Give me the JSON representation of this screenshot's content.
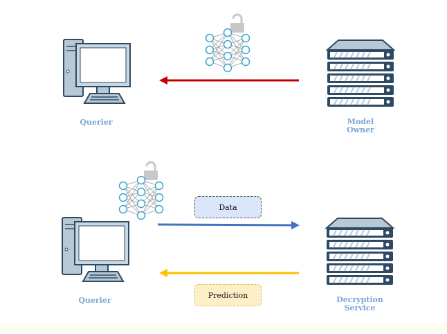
{
  "top": {
    "left_label": "Querier",
    "right_label": "Model\nOwner",
    "arrow_color": "#c00000",
    "left_icon": "desktop-computer-icon",
    "right_icon": "server-rack-icon",
    "model_icon": "locked-neural-network-icon"
  },
  "bottom": {
    "left_label": "Querier",
    "right_label": "Decryption\nService",
    "data_label": "Data",
    "prediction_label": "Prediction",
    "data_arrow_color": "#4472c4",
    "prediction_arrow_color": "#ffc000",
    "left_icon": "desktop-computer-icon",
    "right_icon": "server-rack-icon",
    "model_icon": "locked-neural-network-icon"
  },
  "colors": {
    "label_color": "#7ea5d6",
    "device_fill": "#b8c9d6",
    "device_stroke": "#2e4a62",
    "node_stroke": "#3aa6cc",
    "lock_color": "#c8c8c8"
  }
}
